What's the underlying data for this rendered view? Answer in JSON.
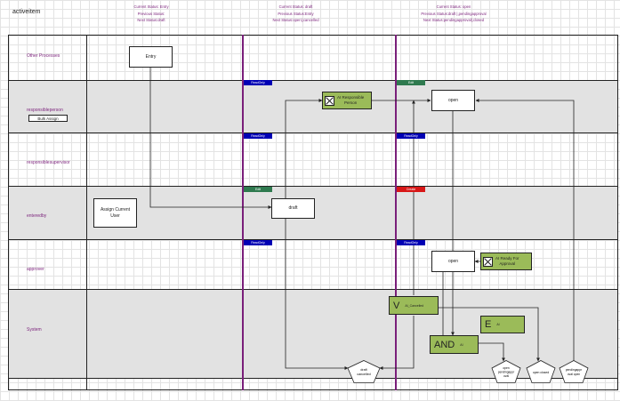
{
  "diagram": {
    "title": "activeitem",
    "status_headers": [
      {
        "current": "Current Status: Entry",
        "previous": "Previous Status:",
        "next": "Next Status:draft"
      },
      {
        "current": "Current Status: draft",
        "previous": "Previous Status:Entry",
        "next": "Next Status:open|,cancelled"
      },
      {
        "current": "Current Status: open",
        "previous": "Previous Status:draft |,pendingapproval",
        "next": "Next Status:pendingapproval|,closed"
      }
    ],
    "lanes": {
      "other_processes": "Other Processes",
      "responsibleperson": "responsibleperson",
      "responsiblesupervisor": "responsiblesupervisor",
      "enteredby": "enteredby",
      "approver": "approver",
      "system": "System"
    },
    "bulk_assign_label": "Bulk Assign",
    "tags": {
      "readonly": "ReadOnly",
      "edit": "Edit",
      "create": "Create"
    },
    "nodes": {
      "entry": "Entry",
      "assign_current_user": "Assign Current User",
      "draft": "draft",
      "open_responsible": "open",
      "open_approver": "open",
      "ai_responsible_line1": "AI Responsible",
      "ai_responsible_line2": "Person",
      "ai_ready_line1": "AI Ready For",
      "ai_ready_line2": "Approval",
      "v_letter": "V",
      "v_label": "AI_Cancelled",
      "e_letter": "E",
      "e_label": "AI",
      "and_letter": "AND",
      "and_label": "AI",
      "draft_cancelled_line1": "draft",
      "draft_cancelled_line2": "cancelled",
      "open_pending_line1": "open",
      "open_pending_line2": "pendingappr",
      "open_pending_line3": "oval",
      "open_closed": "open closed",
      "pending_open_line1": "pendingappr",
      "pending_open_line2": "oval open"
    }
  }
}
